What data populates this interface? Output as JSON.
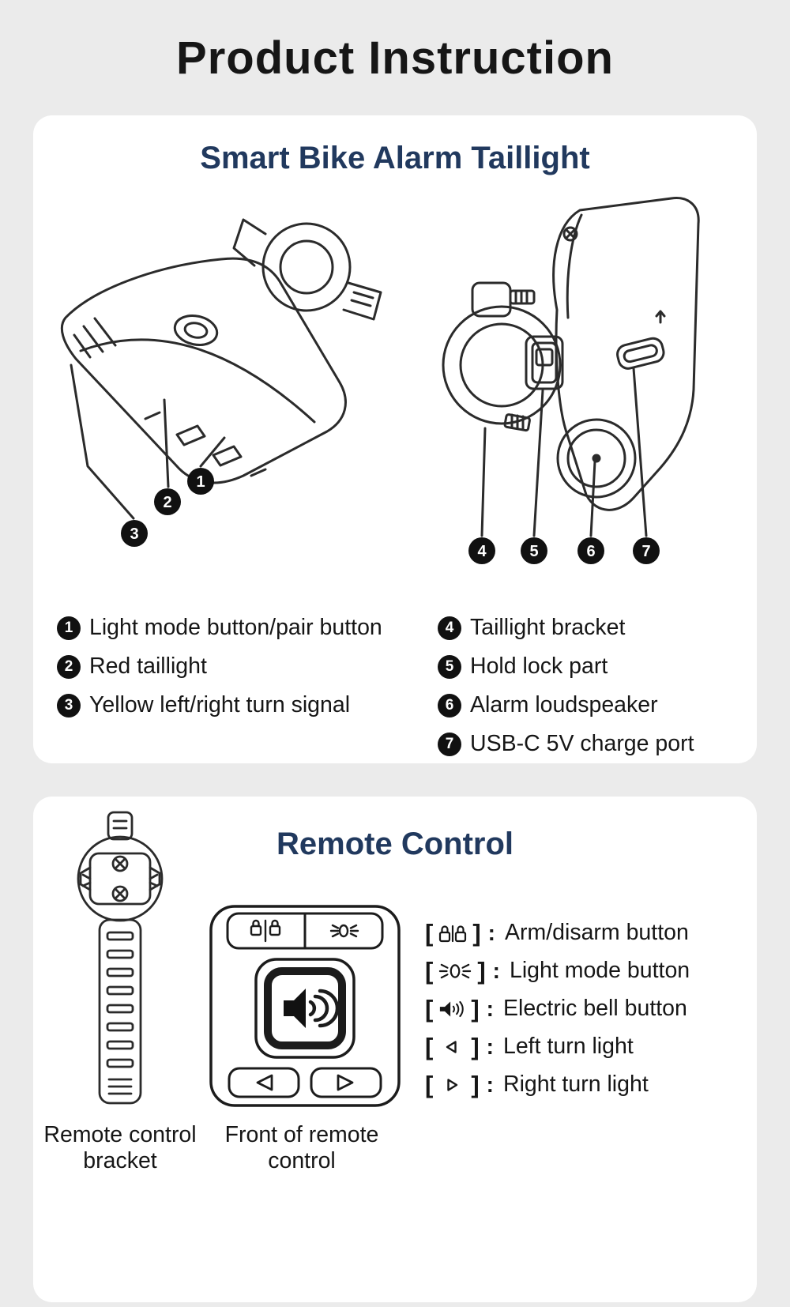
{
  "page": {
    "title": "Product Instruction"
  },
  "colors": {
    "background": "#ebebeb",
    "card": "#ffffff",
    "heading": "#21395e",
    "text": "#161616",
    "badge": "#111111",
    "line_art": "#2b2b2b"
  },
  "taillight": {
    "heading": "Smart Bike Alarm Taillight",
    "callouts": [
      "1",
      "2",
      "3",
      "4",
      "5",
      "6",
      "7"
    ],
    "legend_left": [
      {
        "num": "1",
        "label": "Light mode button/pair button"
      },
      {
        "num": "2",
        "label": "Red taillight"
      },
      {
        "num": "3",
        "label": "Yellow left/right turn signal"
      }
    ],
    "legend_right": [
      {
        "num": "4",
        "label": "Taillight bracket"
      },
      {
        "num": "5",
        "label": "Hold lock part"
      },
      {
        "num": "6",
        "label": "Alarm loudspeaker"
      },
      {
        "num": "7",
        "label": "USB-C 5V charge port"
      }
    ]
  },
  "remote": {
    "heading": "Remote Control",
    "bracket_open": "[",
    "bracket_close": "]",
    "colon": ":",
    "legend": [
      {
        "icon": "arm-disarm-icon",
        "label": "Arm/disarm button"
      },
      {
        "icon": "light-mode-icon",
        "label": "Light mode button"
      },
      {
        "icon": "bell-icon",
        "label": "Electric bell button"
      },
      {
        "icon": "left-turn-icon",
        "label": "Left turn light"
      },
      {
        "icon": "right-turn-icon",
        "label": "Right turn light"
      }
    ],
    "caption_bracket": "Remote control bracket",
    "caption_front": "Front of remote control"
  }
}
